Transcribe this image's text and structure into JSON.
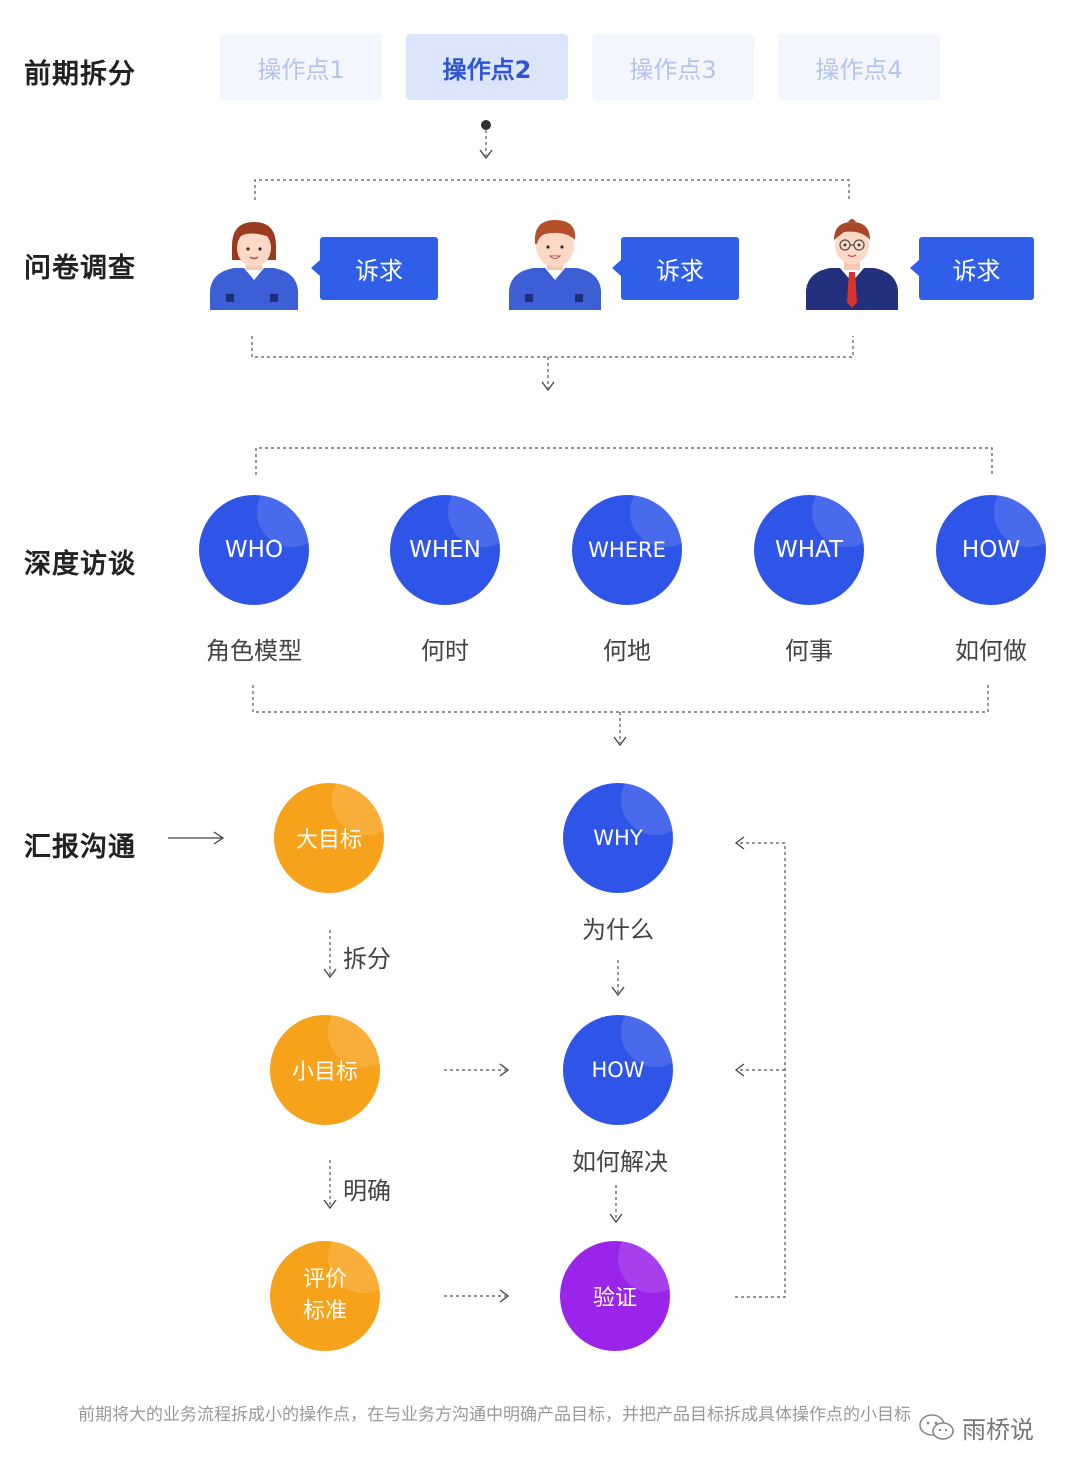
{
  "sections": {
    "split": "前期拆分",
    "survey": "问卷调查",
    "interview": "深度访谈",
    "report": "汇报沟通"
  },
  "tabs": [
    "操作点1",
    "操作点2",
    "操作点3",
    "操作点4"
  ],
  "active_tab": 1,
  "survey": {
    "bubble_labels": [
      "诉求",
      "诉求",
      "诉求"
    ]
  },
  "interview": {
    "circles": [
      "WHO",
      "WHEN",
      "WHERE",
      "WHAT",
      "HOW"
    ],
    "captions": [
      "角色模型",
      "何时",
      "何地",
      "何事",
      "如何做"
    ]
  },
  "report": {
    "big_goal": "大目标",
    "small_goal": "小目标",
    "criteria_line1": "评价",
    "criteria_line2": "标准",
    "why": "WHY",
    "why_caption": "为什么",
    "how": "HOW",
    "how_caption": "如何解决",
    "verify": "验证",
    "split_label": "拆分",
    "clarify_label": "明确"
  },
  "footer_text": "前期将大的业务流程拆成小的操作点，在与业务方沟通中明确产品目标，并把产品目标拆成具体操作点的小目标",
  "watermark": "雨桥说",
  "colors": {
    "blue": "#2f55e8",
    "orange": "#f7a21b",
    "purple": "#9a24ea",
    "tab_active_bg": "#dbe5fb",
    "tab_inactive_bg": "#f3f6fd"
  }
}
